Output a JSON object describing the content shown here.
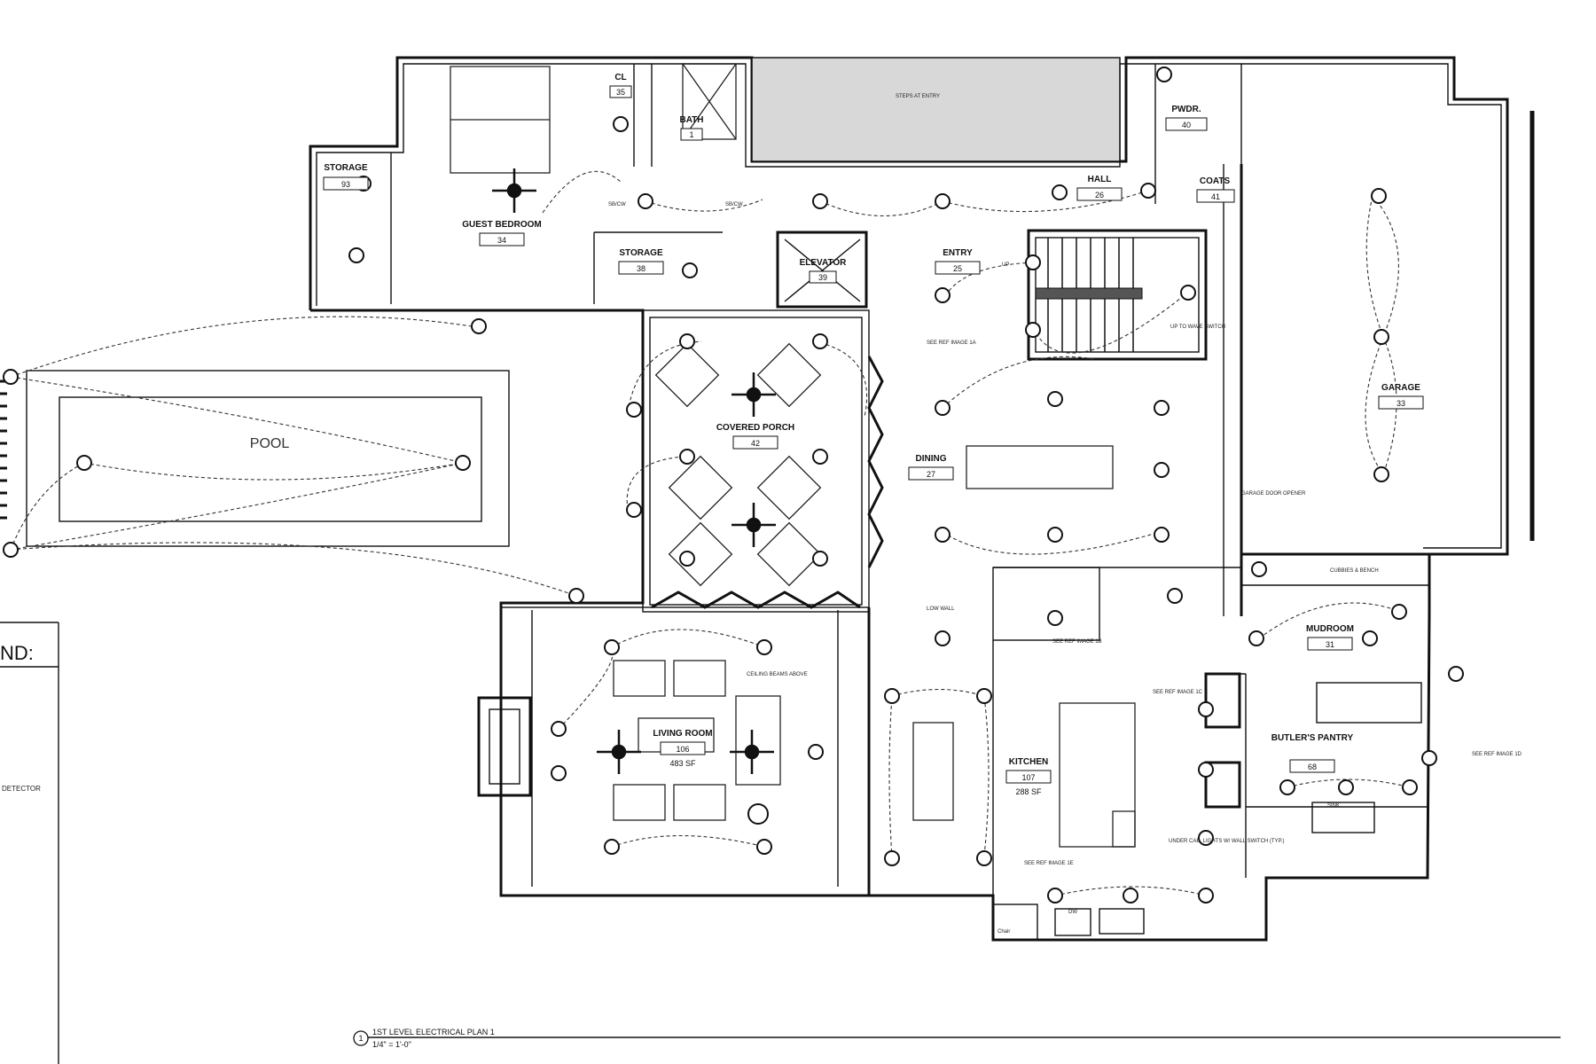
{
  "rooms": {
    "storage_left": {
      "label": "STORAGE",
      "num": "93"
    },
    "guest_bedroom": {
      "label": "GUEST BEDROOM",
      "num": "34"
    },
    "closet": {
      "label": "CL",
      "num": "35"
    },
    "bath": {
      "label": "BATH",
      "num": "1"
    },
    "storage_mid": {
      "label": "STORAGE",
      "num": "38"
    },
    "elevator": {
      "label": "ELEVATOR",
      "num": "39"
    },
    "entry": {
      "label": "ENTRY",
      "num": "25"
    },
    "hall": {
      "label": "HALL",
      "num": "26"
    },
    "pwdr": {
      "label": "PWDR.",
      "num": "40"
    },
    "coats": {
      "label": "COATS",
      "num": "41"
    },
    "garage": {
      "label": "GARAGE",
      "num": "33"
    },
    "covered_porch": {
      "label": "COVERED PORCH",
      "num": "42"
    },
    "dining": {
      "label": "DINING",
      "num": "27"
    },
    "mudroom": {
      "label": "MUDROOM",
      "num": "31"
    },
    "living_room": {
      "label": "LIVING ROOM",
      "num": "106",
      "area": "483 SF"
    },
    "kitchen": {
      "label": "KITCHEN",
      "num": "107",
      "area": "288 SF"
    },
    "butlers_pantry": {
      "label": "BUTLER'S PANTRY",
      "num": "68"
    }
  },
  "pool": {
    "label": "POOL"
  },
  "notes": {
    "sbcw_1": "SB/CW",
    "sbcw_2": "SB/CW",
    "steps_at_entry": "STEPS AT ENTRY",
    "up": "UP",
    "up_to_wave_switch": "UP TO WAVE SWITCH",
    "see_ref_1a": "SEE REF IMAGE 1A",
    "see_ref_1b": "SEE REF IMAGE 1B",
    "see_ref_1c": "SEE REF IMAGE 1C",
    "see_ref_1d": "SEE REF IMAGE 1D",
    "see_ref_1e": "SEE REF IMAGE 1E",
    "low_wall": "LOW WALL",
    "ceiling_beams": "CEILING BEAMS ABOVE",
    "garage_door_opener": "GARAGE DOOR OPENER",
    "cubbies_bench": "CUBBIES & BENCH",
    "under_cab": "UNDER CAB. LIGHTS W/ WALL SWITCH (TYP.)",
    "sink": "SINK",
    "chair": "Chair",
    "dw": "DW"
  },
  "legend": {
    "title": "ND:",
    "detector": "DETECTOR"
  },
  "title_block": {
    "number": "1",
    "title": "1ST LEVEL ELECTRICAL PLAN 1",
    "scale": "1/4\" = 1'-0\""
  }
}
